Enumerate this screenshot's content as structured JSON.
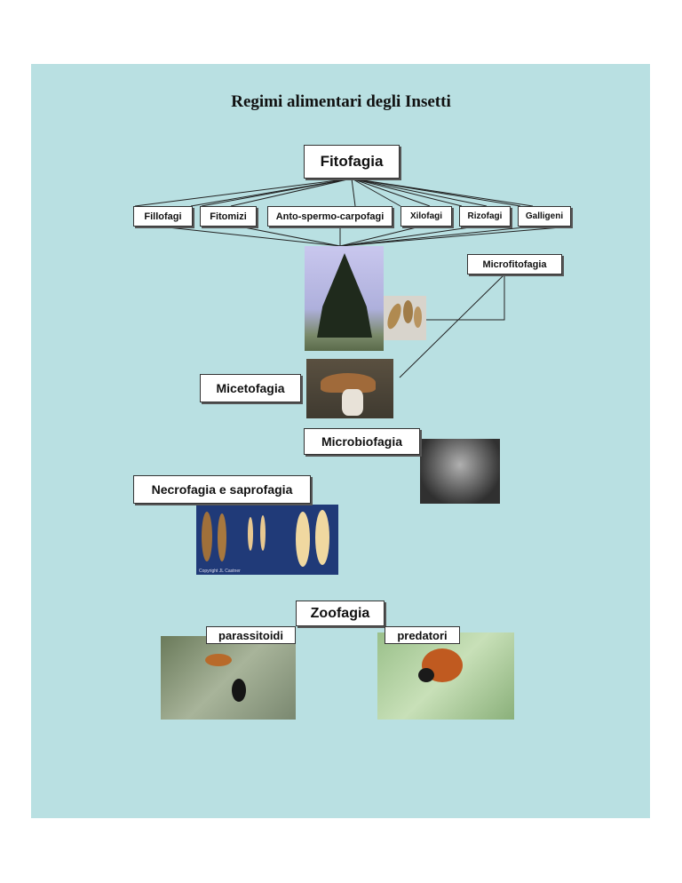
{
  "title": "Regimi alimentari degli Insetti",
  "fitofagia": {
    "label": "Fitofagia",
    "subcategories": [
      "Fillofagi",
      "Fitomizi",
      "Anto-spermo-carpofagi",
      "Xilofagi",
      "Rizofagi",
      "Galligeni"
    ]
  },
  "microfitofagia": "Microfitofagia",
  "micetofagia": "Micetofagia",
  "microbiofagia": "Microbiofagia",
  "necrofagia": "Necrofagia e saprofagia",
  "larvae_copyright": "Copyright JL Castner",
  "zoofagia": {
    "label": "Zoofagia",
    "parassitoidi": "parassitoidi",
    "predatori": "predatori"
  }
}
